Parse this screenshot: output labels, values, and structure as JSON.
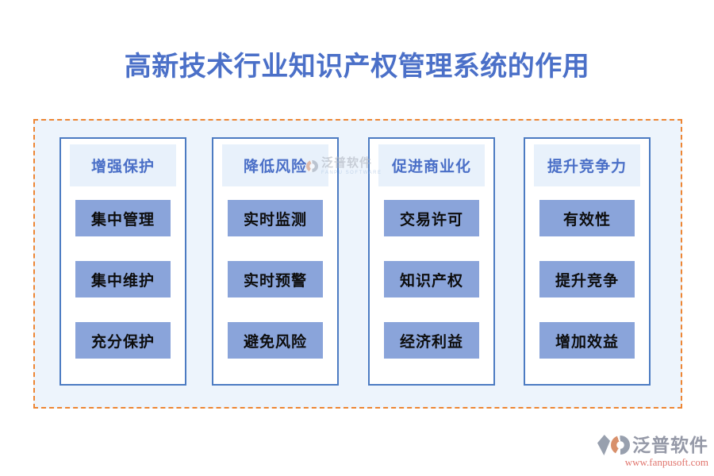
{
  "title": "高新技术行业知识产权管理系统的作用",
  "columns": [
    {
      "header": "增强保护",
      "items": [
        "集中管理",
        "集中维护",
        "充分保护"
      ]
    },
    {
      "header": "降低风险",
      "items": [
        "实时监测",
        "实时预警",
        "避免风险"
      ]
    },
    {
      "header": "促进商业化",
      "items": [
        "交易许可",
        "知识产权",
        "经济利益"
      ]
    },
    {
      "header": "提升竞争力",
      "items": [
        "有效性",
        "提升竞争",
        "增加效益"
      ]
    }
  ],
  "watermark": {
    "brand": "泛普软件",
    "subtitle": "FANPU SOFTWARE"
  },
  "footer": {
    "brand": "泛普软件",
    "url": "www.fanpusoft.com"
  },
  "colors": {
    "title_blue": "#4B70C8",
    "header_text_blue": "#4A6FC7",
    "header_bg": "#E8F1FB",
    "chip_bg": "#8AA4DA",
    "chip_text": "#0D0D0D",
    "column_border": "#4C7BC2",
    "board_bg": "#EDF4FC",
    "dashed_border_orange": "#ED8634",
    "brand_gray": "#9599A7",
    "logo_orange": "#D8906B",
    "footer_url_red": "#E0746C"
  }
}
